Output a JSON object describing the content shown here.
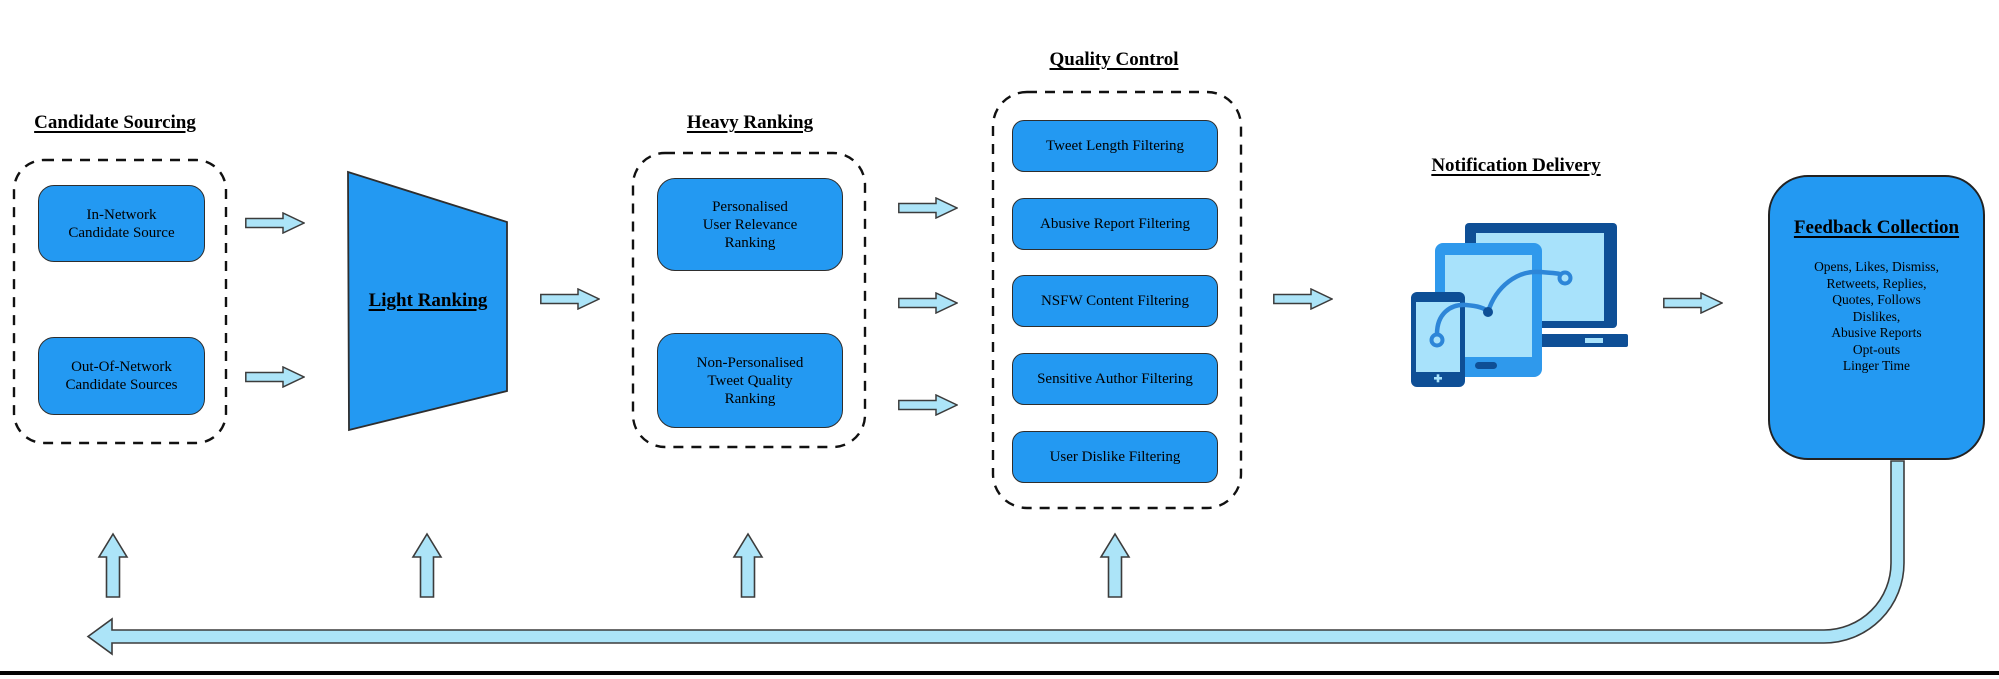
{
  "candidate_sourcing": {
    "title": "Candidate Sourcing",
    "box1": "In-Network\nCandidate Source",
    "box2": "Out-Of-Network\nCandidate Sources"
  },
  "light_ranking": {
    "title": "Light Ranking"
  },
  "heavy_ranking": {
    "title": "Heavy Ranking",
    "box1": "Personalised\nUser Relevance\nRanking",
    "box2": "Non-Personalised\nTweet Quality\nRanking"
  },
  "quality_control": {
    "title": "Quality Control",
    "filters": [
      "Tweet Length Filtering",
      "Abusive Report Filtering",
      "NSFW Content Filtering",
      "Sensitive Author Filtering",
      "User Dislike Filtering"
    ]
  },
  "notification_delivery": {
    "title": "Notification Delivery"
  },
  "feedback_collection": {
    "title": "Feedback Collection",
    "lines": [
      "Opens, Likes, Dismiss,",
      "Retweets, Replies,",
      "Quotes, Follows",
      "Dislikes,",
      "Abusive Reports",
      "Opt-outs",
      "Linger Time"
    ]
  },
  "colors": {
    "process_box_blue": "#2399f2",
    "arrow_light_blue": "#ace4f8",
    "arrow_outline": "#3c3c3c",
    "device_navy": "#0e4f96",
    "device_mid_blue": "#2f99ec",
    "device_screen_blue": "#a8e2fb",
    "bottom_rule_black": "#050505"
  }
}
